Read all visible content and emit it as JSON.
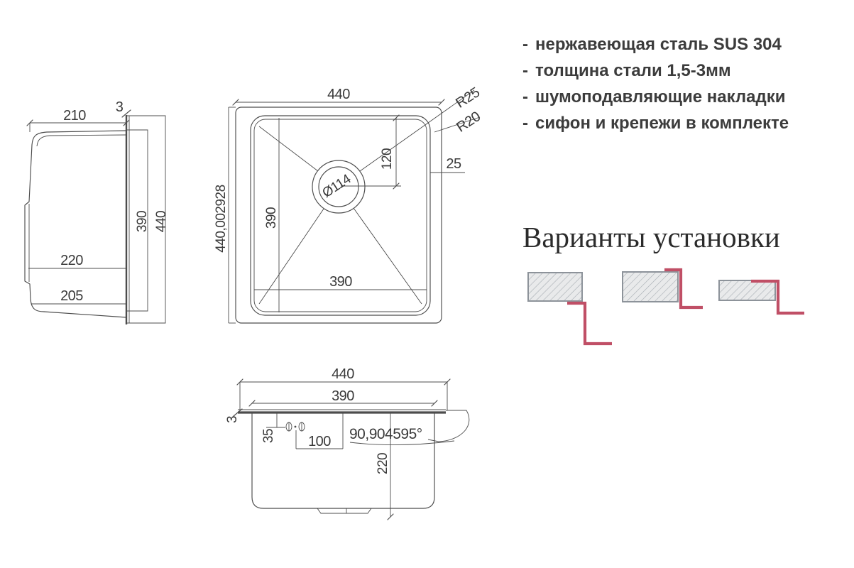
{
  "specs": {
    "bullet": "-",
    "items": [
      {
        "label": "нержавеющая сталь SUS 304"
      },
      {
        "label": "толщина стали 1,5-3мм"
      },
      {
        "label": "шумоподавляющие накладки"
      },
      {
        "label": "сифон и крепежи в комплекте"
      }
    ]
  },
  "installation": {
    "title": "Варианты установки"
  },
  "side_view": {
    "width_top": "210",
    "rim_thickness": "3",
    "inner_height": "390",
    "outer_height": "440",
    "bottom_width_1": "220",
    "bottom_width_2": "205"
  },
  "top_view": {
    "width": "440",
    "corner_radius_outer": "R25",
    "corner_radius_inner": "R20",
    "drain_offset": "120",
    "edge_offset": "25",
    "drain_diameter": "Ø114",
    "inner_height": "390",
    "inner_width": "390",
    "left_dims": "440,002928"
  },
  "section_view": {
    "width": "440",
    "inner_width": "390",
    "rim_thickness": "3",
    "hole_offset": "35",
    "hole_spacing": "100",
    "angle": "90,904595°",
    "depth": "220"
  },
  "colors": {
    "accent_red": "#c04f66",
    "line": "#4c4c4c",
    "hatch_fill": "#e9eaeb",
    "hatch_line": "#a7adb3",
    "hatch_border": "#8d939a"
  }
}
